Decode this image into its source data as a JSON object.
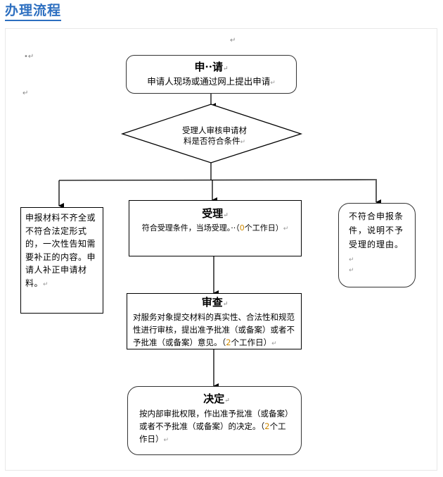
{
  "page": {
    "title": "办理流程"
  },
  "paragraph_marks": {
    "top": "↵",
    "left_bullet": "•↵",
    "left_mid": "↵"
  },
  "flow": {
    "apply": {
      "title": "申··请",
      "text": "申请人现场或通过网上提出申请",
      "end_mark": "↵"
    },
    "check": {
      "line1": "受理人审核申请材",
      "line2": "料是否符合条件",
      "end_mark": "↵"
    },
    "incomplete": {
      "text": "申报材料不齐全或不符合法定形式的，一次性告知需要补正的内容。申请人补正申请材料。",
      "end_mark": "↵"
    },
    "accept": {
      "title": "受理",
      "text_prefix": "符合受理条件，当场受理。··（",
      "days": "0",
      "text_suffix": "个工作日）",
      "end_mark": "↵"
    },
    "reject": {
      "text": "不符合申报条件，说明不予受理的理由。",
      "end_mark": "↵",
      "extra_mark": "↵"
    },
    "review": {
      "title": "审查",
      "text_prefix": "对服务对象提交材料的真实性、合法性和规范性进行审核，提出准予批准（或备案）或者不予批准（或备案）意见。（",
      "days": "2",
      "text_suffix": "个工作日）",
      "end_mark": "↵"
    },
    "decision": {
      "title": "决定",
      "text_prefix": "按内部审批权限，作出准予批准（或备案）或者不予批准（或备案）的决定。（",
      "days": "2",
      "text_suffix": "个工作日）",
      "end_mark": "↵"
    }
  },
  "colors": {
    "title_blue": "#2d6fc0",
    "days_accent": "#d08a00"
  }
}
